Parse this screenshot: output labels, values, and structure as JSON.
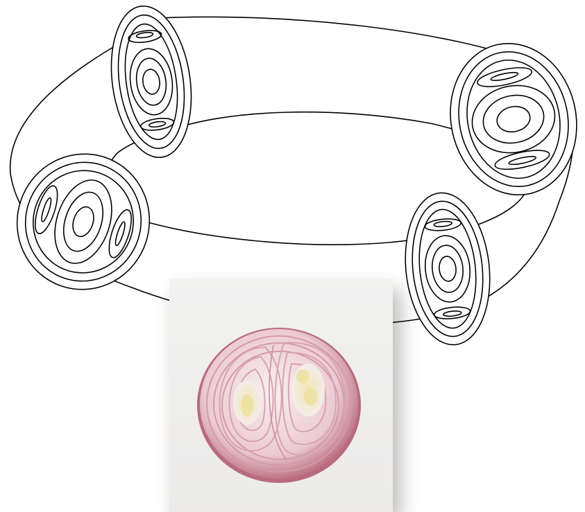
{
  "figure": {
    "background_color": "#ffffff",
    "line_color": "#000000",
    "torus_cross_sections": [
      {
        "name": "top-left",
        "nested_contours": 4,
        "inner_island_pairs": 1
      },
      {
        "name": "top-right",
        "nested_contours": 4,
        "inner_island_pairs": 1
      },
      {
        "name": "left",
        "nested_contours": 4,
        "inner_island_pairs": 1
      },
      {
        "name": "bottom-right",
        "nested_contours": 4,
        "inner_island_pairs": 1
      }
    ],
    "photo": {
      "subject": "red-onion-cross-section",
      "card_color": "#efeeed",
      "skin_color": "#b86b7e",
      "ring_color": "#d9a3b1",
      "flesh_color": "#f4ecea",
      "core_color": "#ecdf9e"
    }
  }
}
